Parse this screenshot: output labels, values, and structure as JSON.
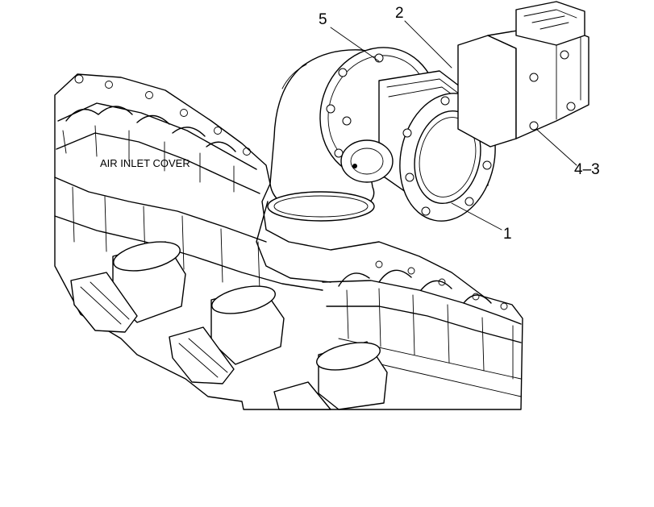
{
  "labels": {
    "air_inlet_cover": "AIR INLET COVER"
  },
  "callouts": {
    "c5": "5",
    "c2": "2",
    "c4_3": "4–3",
    "c1": "1"
  }
}
